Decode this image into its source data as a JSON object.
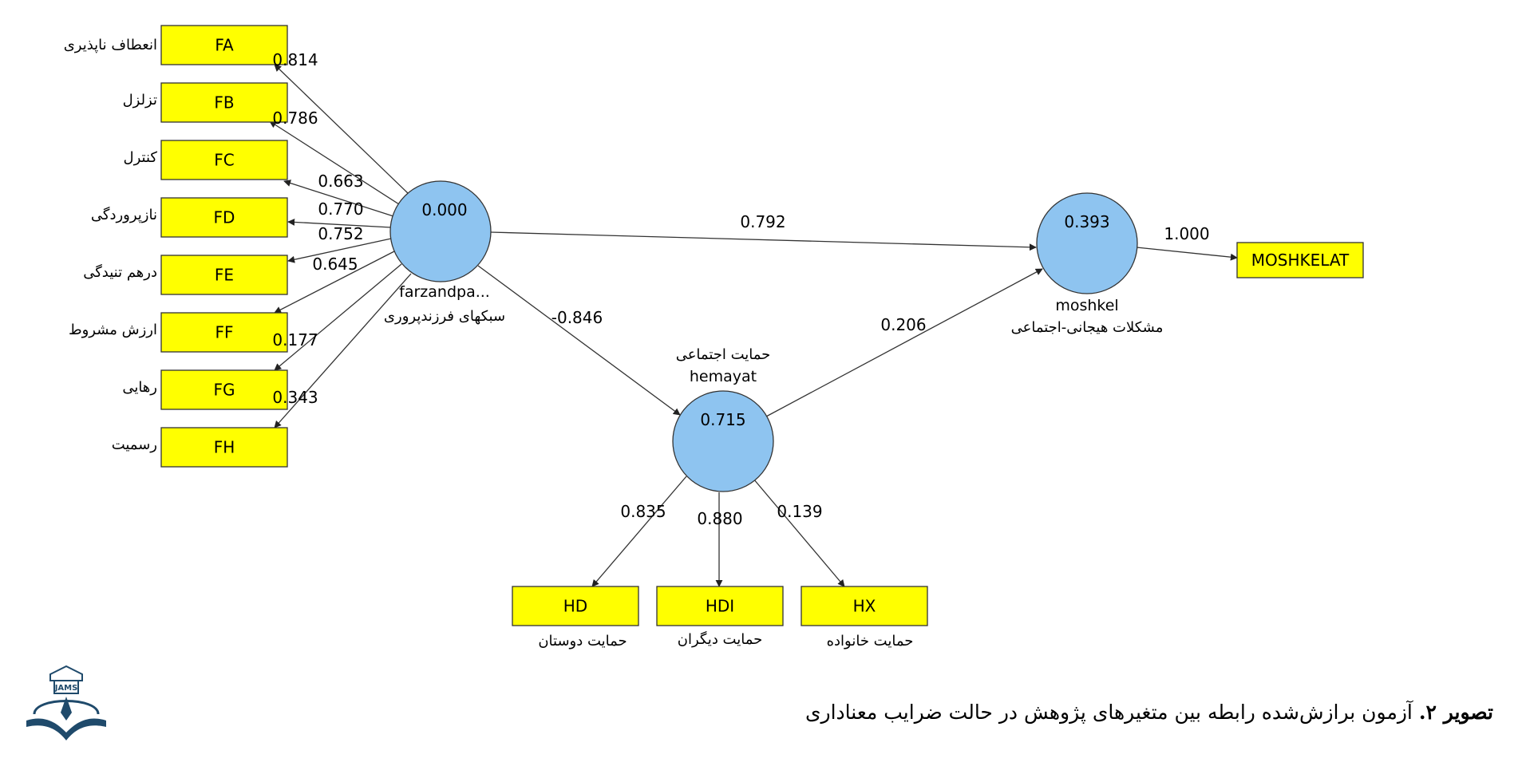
{
  "colors": {
    "indicator_fill": "#ffff00",
    "construct_fill": "#8ec4f0",
    "stroke": "#333333",
    "logo": "#1f4a6b"
  },
  "constructs": [
    {
      "id": "farzand",
      "value": "0.000",
      "name": "farzandpa...",
      "label_fa": "سبکهای فرزندپروری"
    },
    {
      "id": "hemayat",
      "value": "0.715",
      "name": "hemayat",
      "label_fa": "حمایت اجتماعی"
    },
    {
      "id": "moshkel",
      "value": "0.393",
      "name": "moshkel",
      "label_fa": "مشکلات هیجانی-اجتماعی"
    }
  ],
  "indicators": [
    {
      "id": "FA",
      "code": "FA",
      "label_fa": "انعطاف ناپذیری"
    },
    {
      "id": "FB",
      "code": "FB",
      "label_fa": "تزلزل"
    },
    {
      "id": "FC",
      "code": "FC",
      "label_fa": "کنترل"
    },
    {
      "id": "FD",
      "code": "FD",
      "label_fa": "نازپروردگی"
    },
    {
      "id": "FE",
      "code": "FE",
      "label_fa": "درهم تنیدگی"
    },
    {
      "id": "FF",
      "code": "FF",
      "label_fa": "ارزش مشروط"
    },
    {
      "id": "FG",
      "code": "FG",
      "label_fa": "رهایی"
    },
    {
      "id": "FH",
      "code": "FH",
      "label_fa": "رسمیت"
    },
    {
      "id": "HD",
      "code": "HD",
      "label_fa": "حمایت دوستان"
    },
    {
      "id": "HDI",
      "code": "HDI",
      "label_fa": "حمایت دیگران"
    },
    {
      "id": "HX",
      "code": "HX",
      "label_fa": "حمایت خانواده"
    },
    {
      "id": "MOSHKELAT",
      "code": "MOSHKELAT",
      "label_fa": ""
    }
  ],
  "paths": [
    {
      "from": "farzand",
      "to": "FA",
      "value": "0.814"
    },
    {
      "from": "farzand",
      "to": "FB",
      "value": "0.786"
    },
    {
      "from": "farzand",
      "to": "FC",
      "value": "0.663"
    },
    {
      "from": "farzand",
      "to": "FD",
      "value": "0.770"
    },
    {
      "from": "farzand",
      "to": "FE",
      "value": "0.752"
    },
    {
      "from": "farzand",
      "to": "FF",
      "value": "0.645"
    },
    {
      "from": "farzand",
      "to": "FG",
      "value": "0.177"
    },
    {
      "from": "farzand",
      "to": "FH",
      "value": "0.343"
    },
    {
      "from": "farzand",
      "to": "moshkel",
      "value": "0.792"
    },
    {
      "from": "farzand",
      "to": "hemayat",
      "value": "-0.846"
    },
    {
      "from": "hemayat",
      "to": "moshkel",
      "value": "0.206"
    },
    {
      "from": "moshkel",
      "to": "MOSHKELAT",
      "value": "1.000"
    },
    {
      "from": "hemayat",
      "to": "HD",
      "value": "0.835"
    },
    {
      "from": "hemayat",
      "to": "HDI",
      "value": "0.880"
    },
    {
      "from": "hemayat",
      "to": "HX",
      "value": "0.139"
    }
  ],
  "caption": {
    "bold": "تصویر ۲.",
    "text": " آزمون برازش‌شده رابطه بین متغیرهای پژوهش در حالت ضرایب معناداری"
  },
  "logo": {
    "text": "JAMS"
  }
}
